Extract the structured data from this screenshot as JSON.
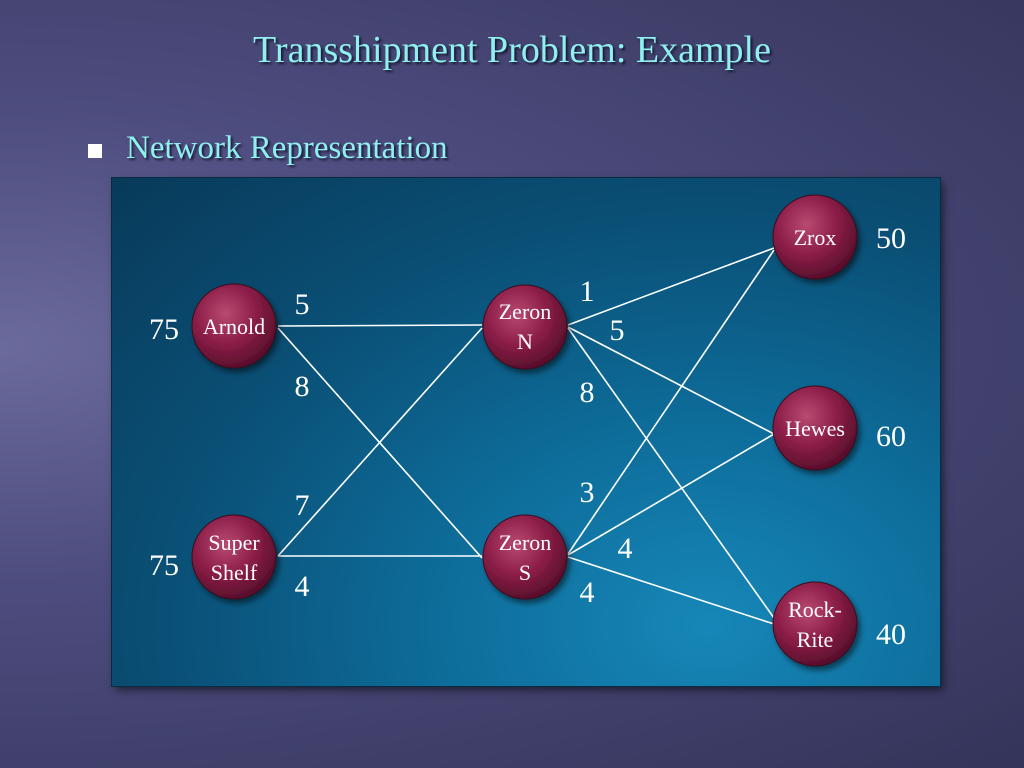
{
  "title": "Transshipment Problem:  Example",
  "bullet": "Network Representation",
  "nodes": {
    "arnold": [
      "Arnold"
    ],
    "super_shelf": [
      "Super",
      "Shelf"
    ],
    "zeron_n": [
      "Zeron",
      "N"
    ],
    "zeron_s": [
      "Zeron",
      "S"
    ],
    "zrox": [
      "Zrox"
    ],
    "hewes": [
      "Hewes"
    ],
    "rock_rite": [
      "Rock-",
      "Rite"
    ]
  },
  "supply": {
    "arnold": "75",
    "super_shelf": "75"
  },
  "demand": {
    "zrox": "50",
    "hewes": "60",
    "rock_rite": "40"
  },
  "costs": {
    "arnold_zeron_n": "5",
    "arnold_zeron_s": "8",
    "super_shelf_zeron_n": "7",
    "super_shelf_zeron_s": "4",
    "zeron_n_zrox": "1",
    "zeron_n_hewes": "5",
    "zeron_n_rock_rite": "8",
    "zeron_s_zrox": "3",
    "zeron_s_hewes": "4",
    "zeron_s_rock_rite": "4"
  },
  "colors": {
    "title": "#8ff0f0",
    "node_fill": "#8c1e48",
    "edge": "#ffffff"
  }
}
